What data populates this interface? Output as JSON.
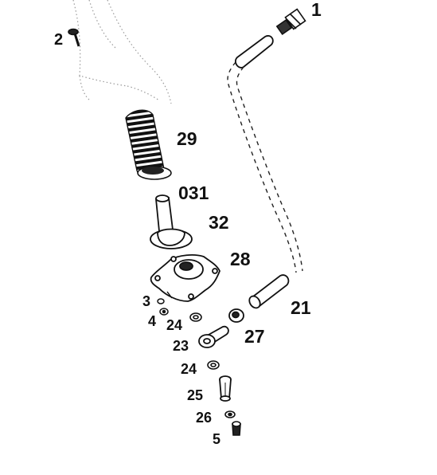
{
  "labels": {
    "p1": "1",
    "p2": "2",
    "p29": "29",
    "p031": "031",
    "p32": "32",
    "p28": "28",
    "p21": "21",
    "p3": "3",
    "p4": "4",
    "p24a": "24",
    "p23": "23",
    "p27": "27",
    "p24b": "24",
    "p25": "25",
    "p26": "26",
    "p5": "5"
  }
}
